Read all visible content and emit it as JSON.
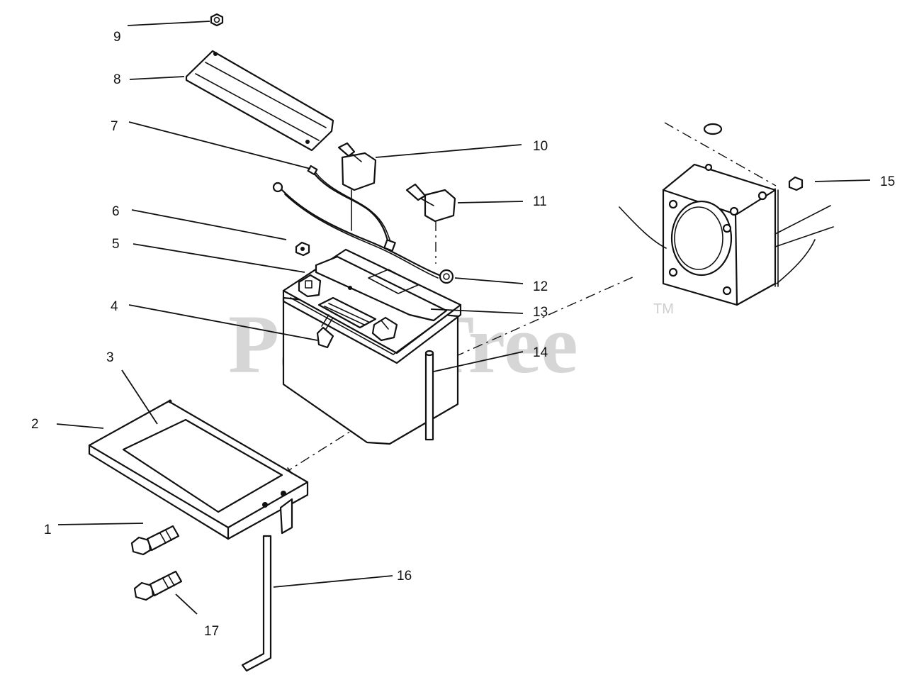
{
  "watermark": {
    "text": "PartsTree",
    "trademark": "TM"
  },
  "callouts": [
    {
      "id": "1",
      "label": "1"
    },
    {
      "id": "2",
      "label": "2"
    },
    {
      "id": "3",
      "label": "3"
    },
    {
      "id": "4",
      "label": "4"
    },
    {
      "id": "5",
      "label": "5"
    },
    {
      "id": "6",
      "label": "6"
    },
    {
      "id": "7",
      "label": "7"
    },
    {
      "id": "8",
      "label": "8"
    },
    {
      "id": "9",
      "label": "9"
    },
    {
      "id": "10",
      "label": "10"
    },
    {
      "id": "11",
      "label": "11"
    },
    {
      "id": "12",
      "label": "12"
    },
    {
      "id": "13",
      "label": "13"
    },
    {
      "id": "14",
      "label": "14"
    },
    {
      "id": "15",
      "label": "15"
    },
    {
      "id": "16",
      "label": "16"
    },
    {
      "id": "17",
      "label": "17"
    }
  ]
}
